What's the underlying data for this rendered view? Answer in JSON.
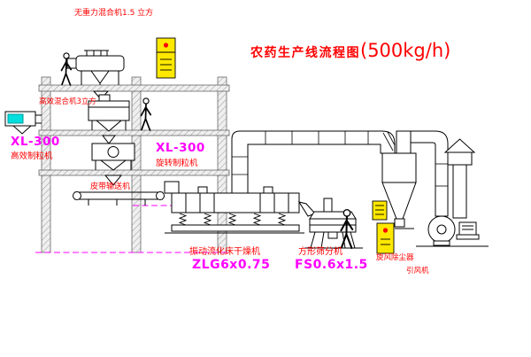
{
  "title": {
    "name": "农药生产线流程图",
    "capacity": "(500kg/h)"
  },
  "labels": {
    "top_mixer": "无重力混合机1.5 立方",
    "mid_mixer": "高效混合机3立方",
    "left_granulator_model": "XL-300",
    "left_granulator_name": "高效制粒机",
    "right_granulator_model": "XL-300",
    "right_granulator_name": "旋转制粒机",
    "belt_conveyor": "皮带输送机",
    "dryer_name": "振动流化床干燥机",
    "dryer_model": "ZLG6x0.75",
    "sifter_name": "方形筛分机",
    "sifter_model": "FS0.6x1.5",
    "cyclone": "旋风除尘器",
    "fan": "引风机"
  },
  "colors": {
    "label_red": "#ff0000",
    "model_magenta": "#ff00ff",
    "cabinet_yellow": "#ffe800",
    "machine_cyan": "#00dede",
    "line_black": "#000000",
    "hatch_gray": "#9a9a9a"
  }
}
